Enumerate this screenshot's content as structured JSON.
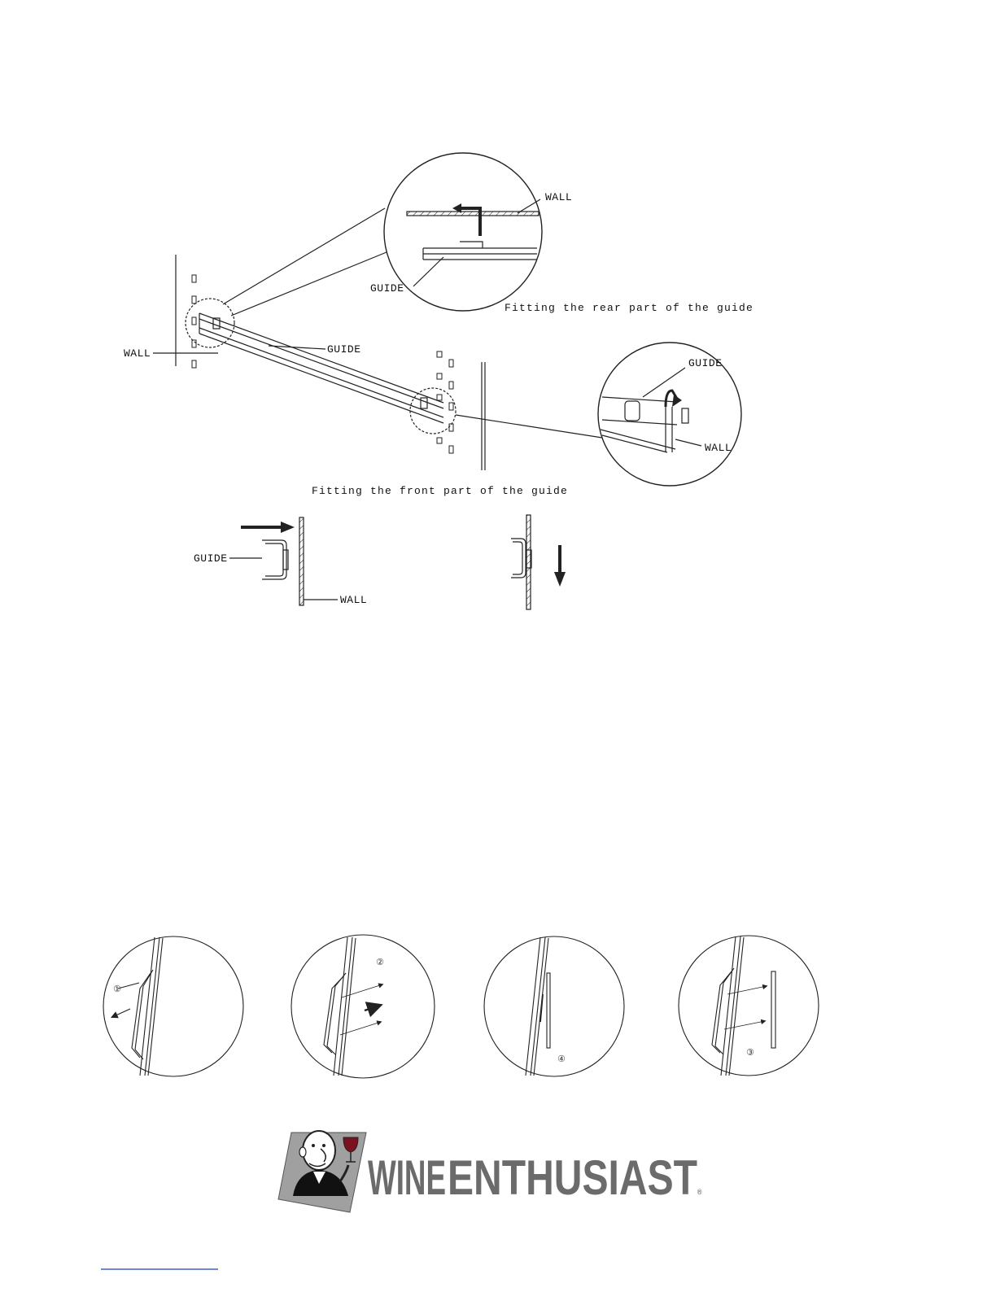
{
  "top_diagram": {
    "labels": {
      "wall_zoom_rear": "WALL",
      "guide_zoom_rear": "GUIDE",
      "wall_left": "WALL",
      "guide_main": "GUIDE",
      "guide_zoom_front": "GUIDE",
      "wall_zoom_front": "WALL"
    },
    "captions": {
      "rear": "Fitting the rear part of the guide",
      "front": "Fitting the front part of the guide"
    }
  },
  "section_diagram": {
    "labels": {
      "guide": "GUIDE",
      "wall": "WALL"
    }
  },
  "handle_steps": [
    {
      "marker": "①"
    },
    {
      "marker": "②"
    },
    {
      "marker": "④"
    },
    {
      "marker": "③"
    }
  ],
  "logo": {
    "word1": "WINE",
    "word2": "ENTHUSIAST",
    "registered": "®"
  },
  "colors": {
    "logo_gray": "#6b6b6b",
    "link_blue": "#1f3fbf"
  }
}
